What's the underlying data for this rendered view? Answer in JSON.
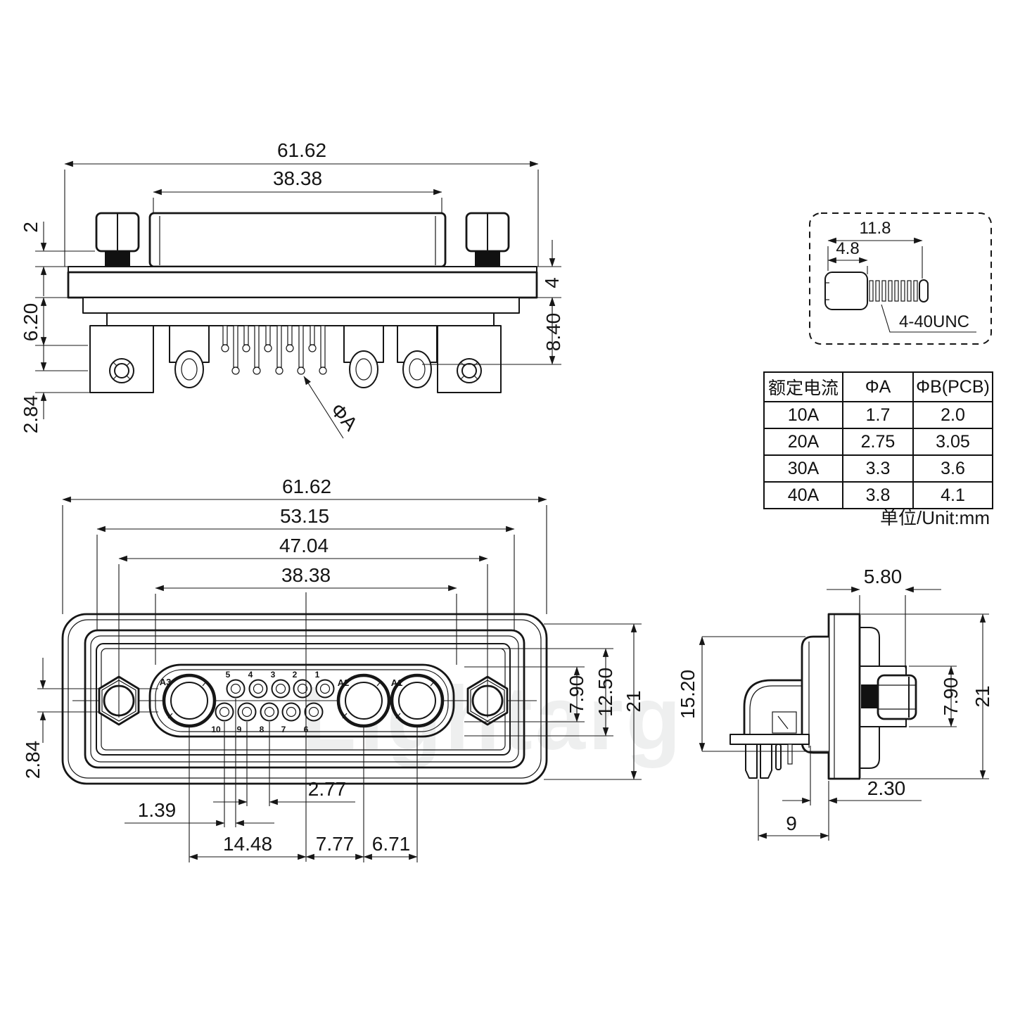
{
  "watermark": "Lightarg",
  "views": {
    "top": {
      "dim_total_width": "61.62",
      "dim_cap_width": "38.38",
      "dim_screw_protrusion": "2",
      "dim_flange_thickness": "4",
      "dim_body_depth": "6.20",
      "dim_pin_tail": "8.40",
      "dim_foot": "2.84",
      "callout_pin_dia": "ΦA"
    },
    "screw": {
      "dim_total_length": "11.8",
      "dim_head_length": "4.8",
      "thread_label": "4-40UNC"
    },
    "spec_table": {
      "headers": [
        "额定电流",
        "ΦA",
        "ΦB(PCB)"
      ],
      "rows": [
        [
          "10A",
          "1.7",
          "2.0"
        ],
        [
          "20A",
          "2.75",
          "3.05"
        ],
        [
          "30A",
          "3.3",
          "3.6"
        ],
        [
          "40A",
          "3.8",
          "4.1"
        ]
      ],
      "unit_note": "单位/Unit:mm"
    },
    "front": {
      "dim_total_width": "61.62",
      "dim_flange_width": "53.15",
      "dim_mount_spacing": "47.04",
      "dim_shroud_width": "38.38",
      "dim_row_offset": "2.84",
      "dim_shroud_height": "7.90",
      "dim_insert_height": "12.50",
      "dim_total_height": "21",
      "dim_pin_pitch": "2.77",
      "dim_row_stagger": "1.39",
      "dim_a3_to_center": "14.48",
      "dim_center_to_a2": "7.77",
      "dim_a2_to_a1": "6.71",
      "pins": {
        "power": [
          "A3",
          "A2",
          "A1"
        ],
        "top_row": [
          "5",
          "4",
          "3",
          "2",
          "1"
        ],
        "bottom_row": [
          "10",
          "9",
          "8",
          "7",
          "6"
        ]
      }
    },
    "side": {
      "dim_bracket_width": "5.80",
      "dim_body_height": "15.20",
      "dim_nut_height": "7.90",
      "dim_total_height": "21",
      "dim_shroud_gap": "2.30",
      "dim_pin_to_face": "9"
    }
  }
}
